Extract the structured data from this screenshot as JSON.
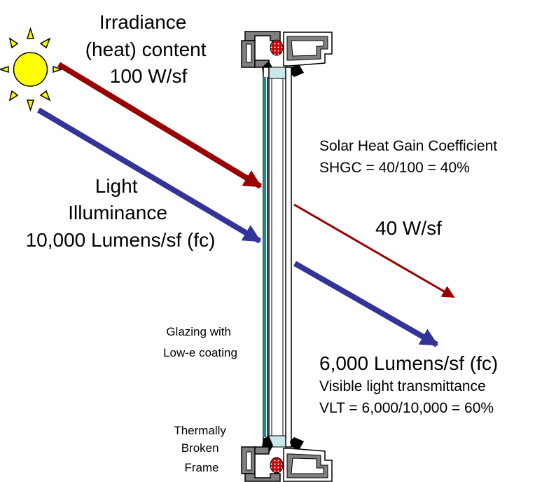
{
  "incoming": {
    "irradiance_lines": [
      "Irradiance",
      "(heat) content",
      "100 W/sf"
    ],
    "light_lines": [
      "Light",
      "Illuminance",
      "10,000 Lumens/sf (fc)"
    ]
  },
  "shgc": {
    "lines": [
      "Solar Heat Gain Coefficient",
      "SHGC = 40/100 = 40%"
    ],
    "transmitted_heat": "40 W/sf"
  },
  "vlt": {
    "transmitted_light": "6,000 Lumens/sf (fc)",
    "lines": [
      "Visible light transmittance",
      "VLT = 6,000/10,000 = 60%"
    ]
  },
  "glazing_lines": [
    "Glazing with",
    "Low-e coating"
  ],
  "frame_lines": [
    "Thermally",
    "Broken",
    "Frame"
  ],
  "colors": {
    "heat_arrow": "#990000",
    "light_arrow": "#333399",
    "sun": "#ffff00",
    "low_e_coating": "#009999",
    "glass": "#c8e8ec",
    "frame": "#808080"
  },
  "icons": {
    "sun": "sun-icon"
  }
}
